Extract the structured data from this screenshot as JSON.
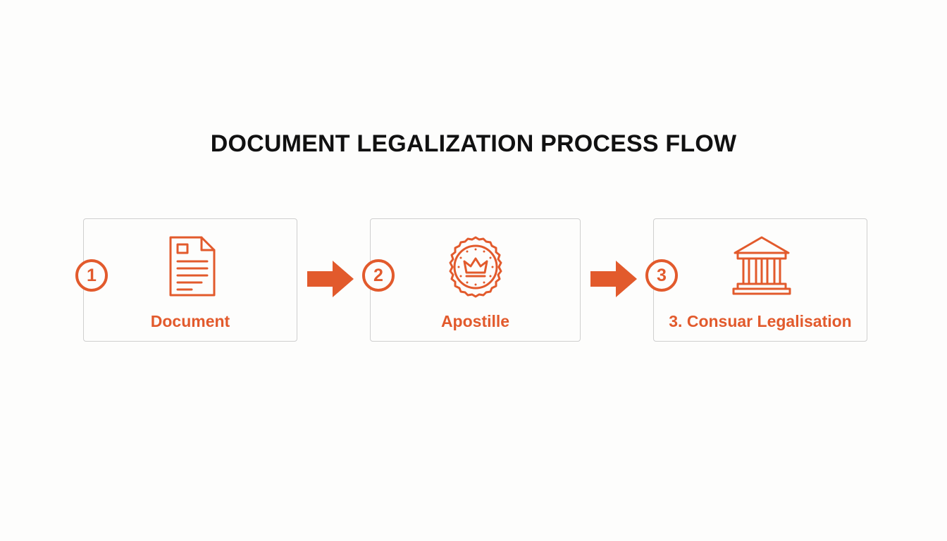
{
  "title": "DOCUMENT LEGALIZATION PROCESS FLOW",
  "colors": {
    "accent": "#e25a2c",
    "title": "#111111",
    "box_border": "#cfcfcf",
    "background": "#fdfdfc"
  },
  "steps": [
    {
      "number": "1",
      "label": "Document",
      "icon": "document-icon"
    },
    {
      "number": "2",
      "label": "Apostille",
      "icon": "seal-icon"
    },
    {
      "number": "3",
      "label": "3. Consuar Legalisation",
      "icon": "government-building-icon"
    }
  ]
}
